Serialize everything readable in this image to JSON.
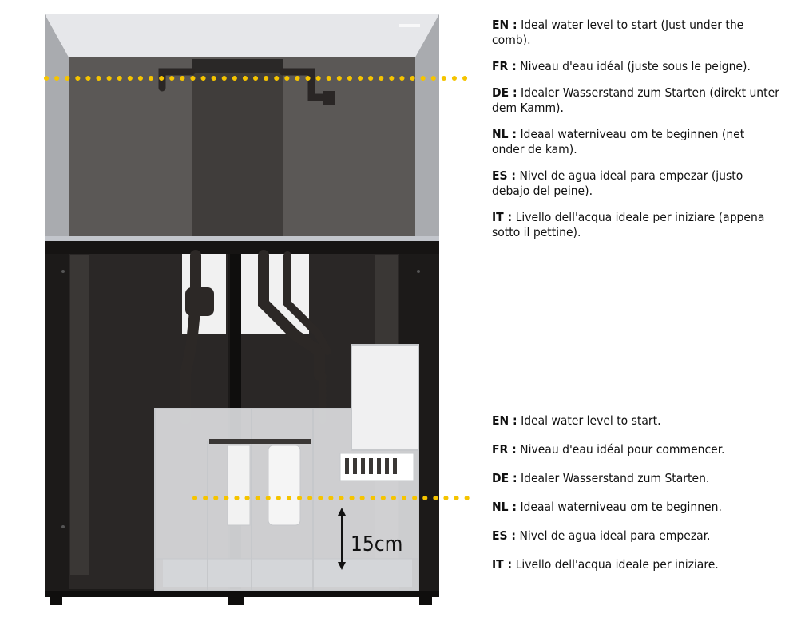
{
  "top_legend": [
    {
      "code": "EN :",
      "text": "Ideal water level to start (Just under the comb)."
    },
    {
      "code": "FR :",
      "text": "Niveau d'eau idéal (juste sous le peigne)."
    },
    {
      "code": "DE :",
      "text": "Idealer Wasserstand zum Starten (direkt unter dem Kamm)."
    },
    {
      "code": "NL :",
      "text": "Ideaal waterniveau om te beginnen (net onder de kam)."
    },
    {
      "code": "ES :",
      "text": "Nivel de agua ideal para empezar (justo debajo del peine)."
    },
    {
      "code": "IT :",
      "text": "Livello dell'acqua ideale per iniziare (appena sotto il pettine)."
    }
  ],
  "bottom_legend": [
    {
      "code": "EN :",
      "text": "Ideal water level to start."
    },
    {
      "code": "FR :",
      "text": "Niveau d'eau idéal pour commencer."
    },
    {
      "code": "DE :",
      "text": "Idealer Wasserstand zum Starten."
    },
    {
      "code": "NL :",
      "text": "Ideaal waterniveau om te beginnen."
    },
    {
      "code": "ES :",
      "text": "Nivel de agua ideal para empezar."
    },
    {
      "code": "IT :",
      "text": "Livello dell'acqua ideale per iniziare."
    }
  ],
  "measurement": {
    "label": "15cm"
  },
  "colors": {
    "level_marker": "#f5c400",
    "cabinet": "#1c1a19",
    "tank_back": "#5b5856"
  }
}
